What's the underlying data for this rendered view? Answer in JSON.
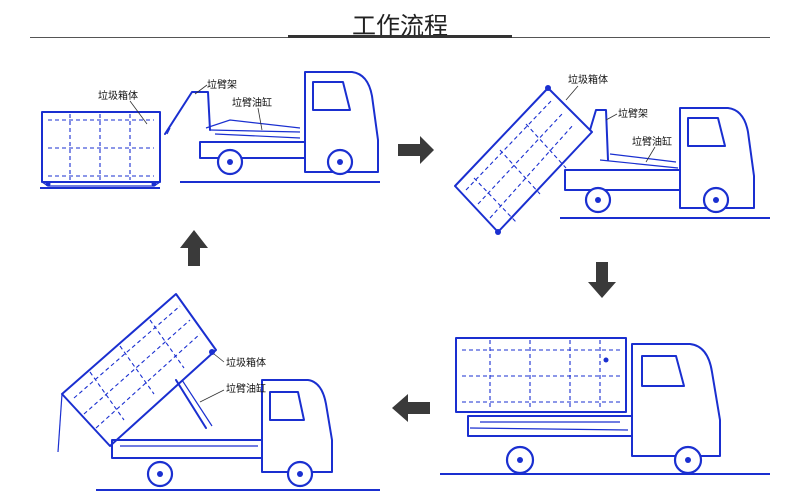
{
  "title": "工作流程",
  "stage1": {
    "box_label": "垃圾箱体",
    "arm_label": "垃臂架",
    "cyl_label": "垃臂油缸"
  },
  "stage2": {
    "box_label": "垃圾箱体",
    "arm_label": "垃臂架",
    "cyl_label": "垃臂油缸"
  },
  "stage4": {
    "box_label": "垃圾箱体",
    "cyl_label": "垃臂油缸"
  },
  "colors": {
    "line": "#1a2fd0",
    "arrow": "#3a3a3a",
    "text": "#111111"
  }
}
